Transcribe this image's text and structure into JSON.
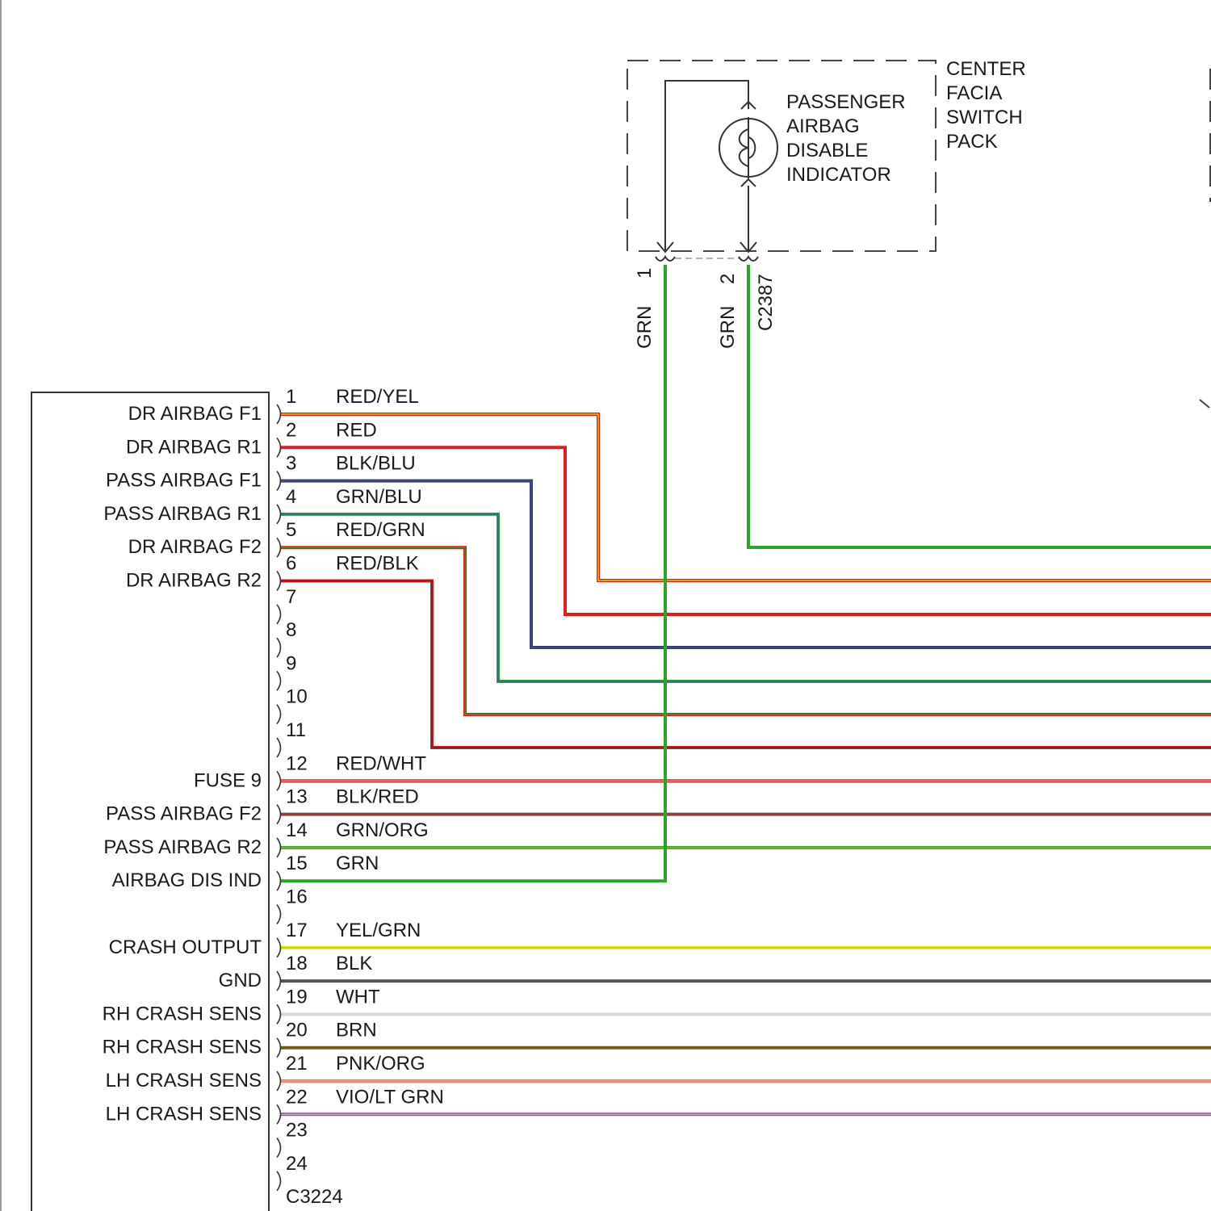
{
  "switch_pack": {
    "name_lines": [
      "CENTER",
      "FACIA",
      "SWITCH",
      "PACK"
    ],
    "indicator_lines": [
      "PASSENGER",
      "AIRBAG",
      "DISABLE",
      "INDICATOR"
    ],
    "connector": "C2387",
    "pins": [
      {
        "pin": "1",
        "color_label": "GRN"
      },
      {
        "pin": "2",
        "color_label": "GRN"
      }
    ]
  },
  "module": {
    "connector": "C3224"
  },
  "pins": [
    {
      "pin": "1",
      "function": "DR AIRBAG F1",
      "wire": "RED/YEL",
      "colors": [
        "#e31b1b",
        "#f2e200"
      ]
    },
    {
      "pin": "2",
      "function": "DR AIRBAG R1",
      "wire": "RED",
      "colors": [
        "#e31b1b"
      ]
    },
    {
      "pin": "3",
      "function": "PASS AIRBAG F1",
      "wire": "BLK/BLU",
      "colors": [
        "#3a3a6a",
        "#3050d0"
      ]
    },
    {
      "pin": "4",
      "function": "PASS AIRBAG R1",
      "wire": "GRN/BLU",
      "colors": [
        "#2aa52a",
        "#3050d0"
      ]
    },
    {
      "pin": "5",
      "function": "DR AIRBAG F2",
      "wire": "RED/GRN",
      "colors": [
        "#e31b1b",
        "#2aa52a"
      ]
    },
    {
      "pin": "6",
      "function": "DR AIRBAG R2",
      "wire": "RED/BLK",
      "colors": [
        "#e31b1b",
        "#333333"
      ]
    },
    {
      "pin": "7",
      "function": "",
      "wire": "",
      "colors": []
    },
    {
      "pin": "8",
      "function": "",
      "wire": "",
      "colors": []
    },
    {
      "pin": "9",
      "function": "",
      "wire": "",
      "colors": []
    },
    {
      "pin": "10",
      "function": "",
      "wire": "",
      "colors": []
    },
    {
      "pin": "11",
      "function": "",
      "wire": "",
      "colors": []
    },
    {
      "pin": "12",
      "function": "FUSE 9",
      "wire": "RED/WHT",
      "colors": [
        "#e31b1b",
        "#f5d0d0"
      ]
    },
    {
      "pin": "13",
      "function": "PASS AIRBAG F2",
      "wire": "BLK/RED",
      "colors": [
        "#555555",
        "#c03030"
      ]
    },
    {
      "pin": "14",
      "function": "PASS AIRBAG R2",
      "wire": "GRN/ORG",
      "colors": [
        "#2aa52a",
        "#e0a000"
      ]
    },
    {
      "pin": "15",
      "function": "AIRBAG DIS IND",
      "wire": "GRN",
      "colors": [
        "#2aa52a"
      ]
    },
    {
      "pin": "16",
      "function": "",
      "wire": "",
      "colors": []
    },
    {
      "pin": "17",
      "function": "CRASH OUTPUT",
      "wire": "YEL/GRN",
      "colors": [
        "#e8e800",
        "#a0d000"
      ]
    },
    {
      "pin": "18",
      "function": "GND",
      "wire": "BLK",
      "colors": [
        "#555555"
      ]
    },
    {
      "pin": "19",
      "function": "RH CRASH SENS",
      "wire": "WHT",
      "colors": [
        "#d9d9d9"
      ]
    },
    {
      "pin": "20",
      "function": "RH CRASH SENS",
      "wire": "BRN",
      "colors": [
        "#7a5a10"
      ]
    },
    {
      "pin": "21",
      "function": "LH CRASH SENS",
      "wire": "PNK/ORG",
      "colors": [
        "#f08080",
        "#f0a060"
      ]
    },
    {
      "pin": "22",
      "function": "LH CRASH SENS",
      "wire": "VIO/LT GRN",
      "colors": [
        "#c030c0",
        "#a0e0a0"
      ]
    },
    {
      "pin": "23",
      "function": "",
      "wire": "",
      "colors": []
    },
    {
      "pin": "24",
      "function": "",
      "wire": "",
      "colors": []
    }
  ]
}
